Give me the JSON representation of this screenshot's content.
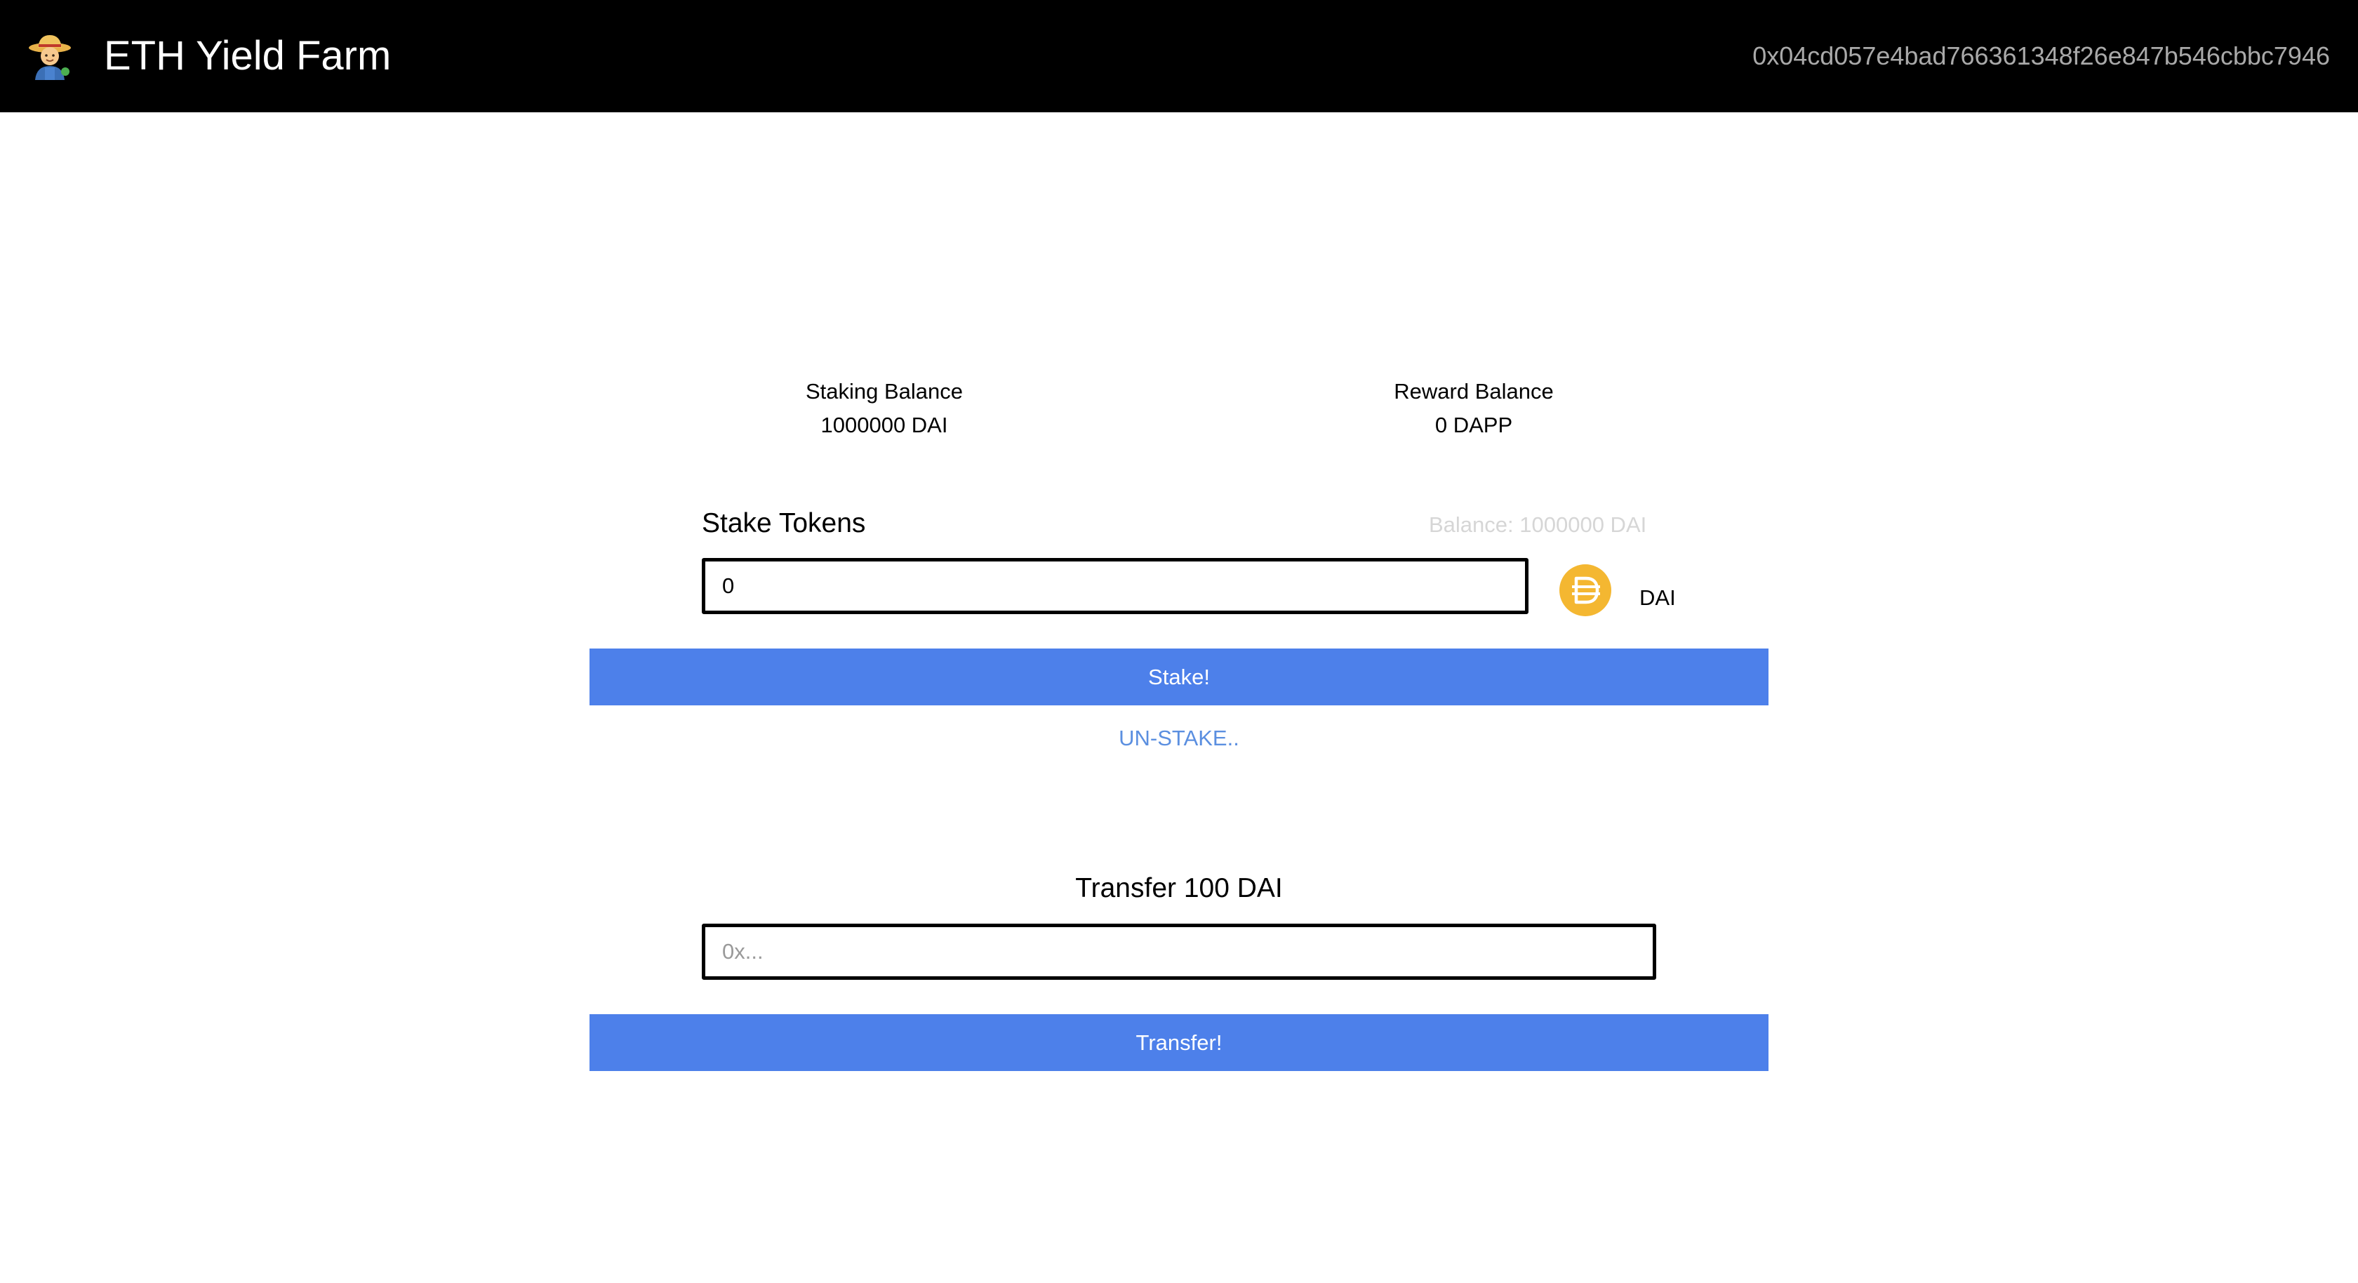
{
  "header": {
    "app_title": "ETH Yield Farm",
    "account_address": "0x04cd057e4bad766361348f26e847b546cbbc7946",
    "logo_icon": "farmer-icon"
  },
  "balances": {
    "staking_label": "Staking Balance",
    "staking_value": "1000000 DAI",
    "reward_label": "Reward Balance",
    "reward_value": "0 DAPP"
  },
  "stake_form": {
    "title": "Stake Tokens",
    "wallet_balance": "Balance: 1000000 DAI",
    "amount_value": "0",
    "token_icon": "dai-icon",
    "token_label": "DAI",
    "stake_button": "Stake!",
    "unstake_link": "UN-STAKE.."
  },
  "transfer_form": {
    "title": "Transfer 100 DAI",
    "address_placeholder": "0x...",
    "address_value": "",
    "transfer_button": "Transfer!"
  },
  "colors": {
    "navbar": "#000000",
    "primary_button": "#4d80ea",
    "link": "#5b8fe0",
    "dai_gold": "#f4b731",
    "muted_text": "#d6d6d6"
  }
}
